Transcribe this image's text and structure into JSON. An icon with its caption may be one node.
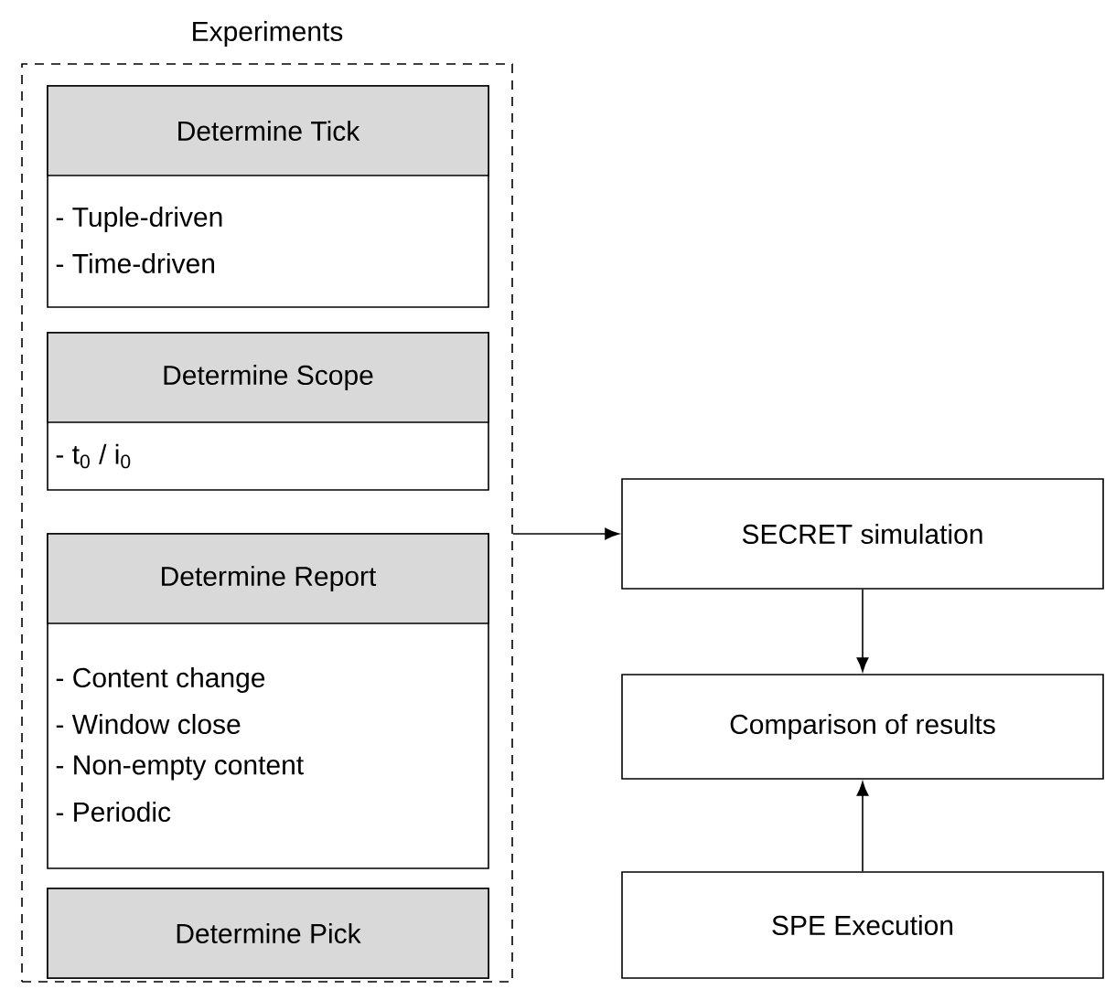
{
  "diagram": {
    "nodes": [
      {
        "text": [
          "Experiments"
        ]
      },
      {
        "text": [
          "Determine Tick",
          "- Tuple-driven",
          "- Time-driven"
        ],
        "in": 0
      },
      {
        "text": [
          "Determine Scope",
          "- t$_{0}$ / i$_{0}$"
        ],
        "in": 0
      },
      {
        "text": [
          "Determine Report",
          "- Content change",
          "- Window close",
          "- Non-empty content",
          "- Periodic"
        ],
        "in": 0
      },
      {
        "text": [
          "Determine Pick"
        ],
        "in": 0
      },
      {
        "text": [
          "SECRET simulation"
        ]
      },
      {
        "text": [
          "Comparison of results"
        ]
      },
      {
        "text": [
          "SPE Execution"
        ]
      }
    ],
    "edges": [
      {
        "from": 0,
        "to": 5,
        "arrow": "to"
      },
      {
        "from": 5,
        "to": 6,
        "arrow": "to"
      },
      {
        "from": 7,
        "to": 6,
        "arrow": "to"
      }
    ]
  }
}
